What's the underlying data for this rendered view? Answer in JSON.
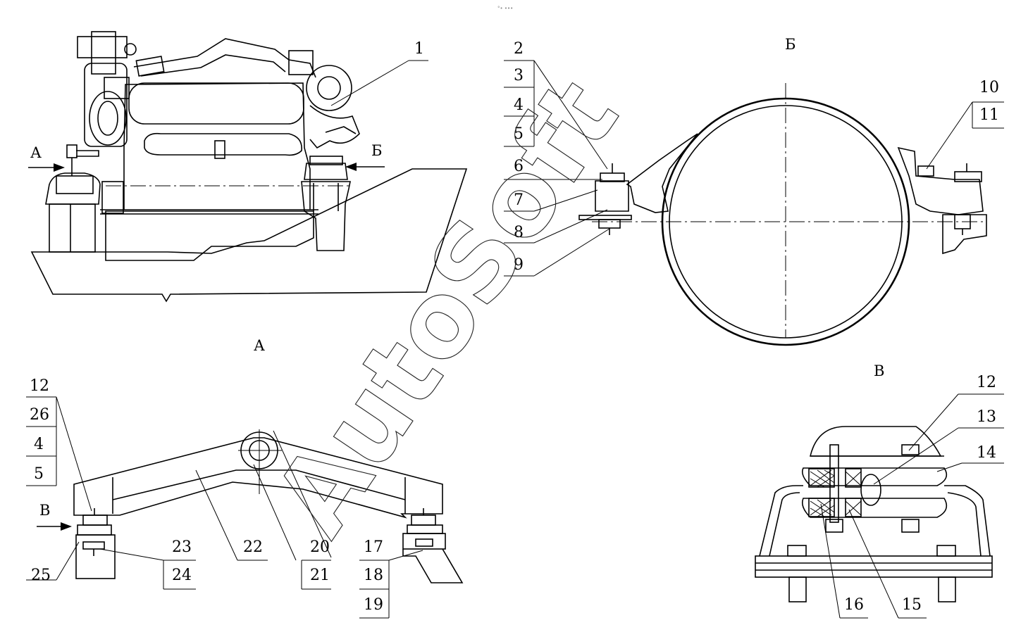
{
  "views": {
    "a": "А",
    "b": "Б",
    "v": "В"
  },
  "arrows": {
    "a": "А",
    "b": "Б",
    "v": "В"
  },
  "callouts": {
    "c1": "1",
    "c2": "2",
    "c3": "3",
    "c4": "4",
    "c5": "5",
    "c6": "6",
    "c7": "7",
    "c8": "8",
    "c9": "9",
    "c10": "10",
    "c11": "11",
    "c12a": "12",
    "c26": "26",
    "c4a": "4",
    "c5a": "5",
    "c25": "25",
    "c23": "23",
    "c24": "24",
    "c22": "22",
    "c20": "20",
    "c21": "21",
    "c17": "17",
    "c18": "18",
    "c19": "19",
    "c12b": "12",
    "c13": "13",
    "c14": "14",
    "c16": "16",
    "c15": "15"
  },
  "watermark": "AutoSoft",
  "top_mark": "°• •••"
}
